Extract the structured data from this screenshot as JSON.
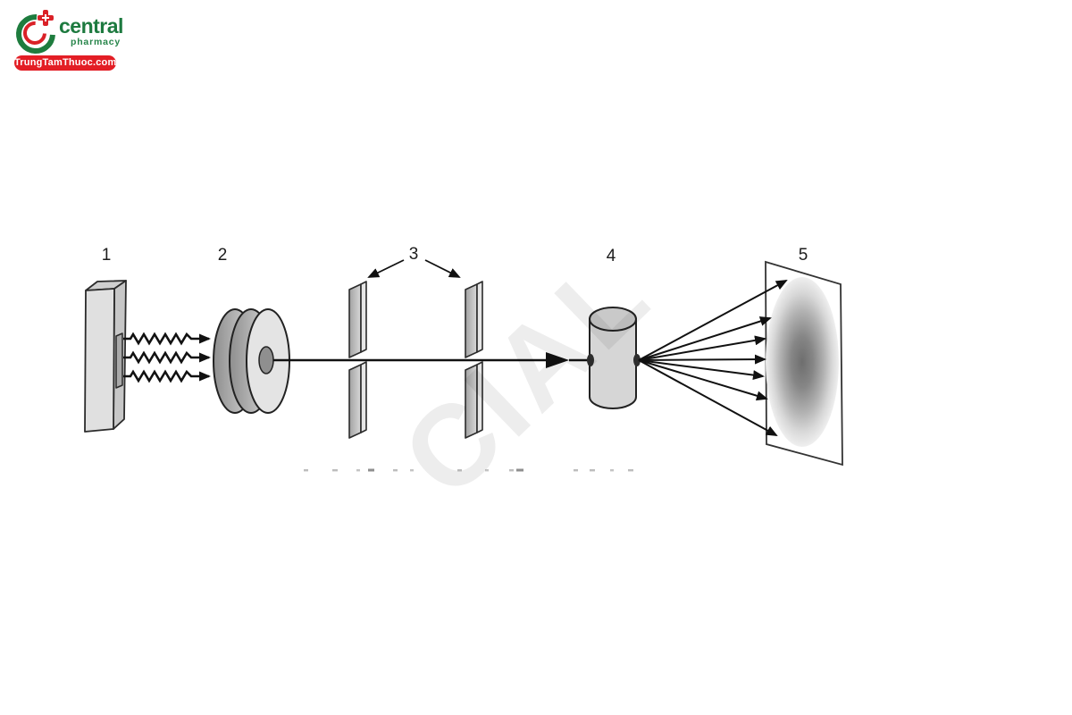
{
  "logo": {
    "brand": "central",
    "tagline": "pharmacy",
    "banner": "TrungTamThuoc.com"
  },
  "watermark": {
    "text": "CIAL"
  },
  "diagram": {
    "labels": [
      "1",
      "2",
      "3",
      "4",
      "5"
    ]
  },
  "colors": {
    "brand_green": "#1d7a3f",
    "brand_red": "#e31e25",
    "ink": "#111111",
    "shape_gray": "#d6d6d6",
    "halo_center_gray": "#6e6e6e"
  }
}
